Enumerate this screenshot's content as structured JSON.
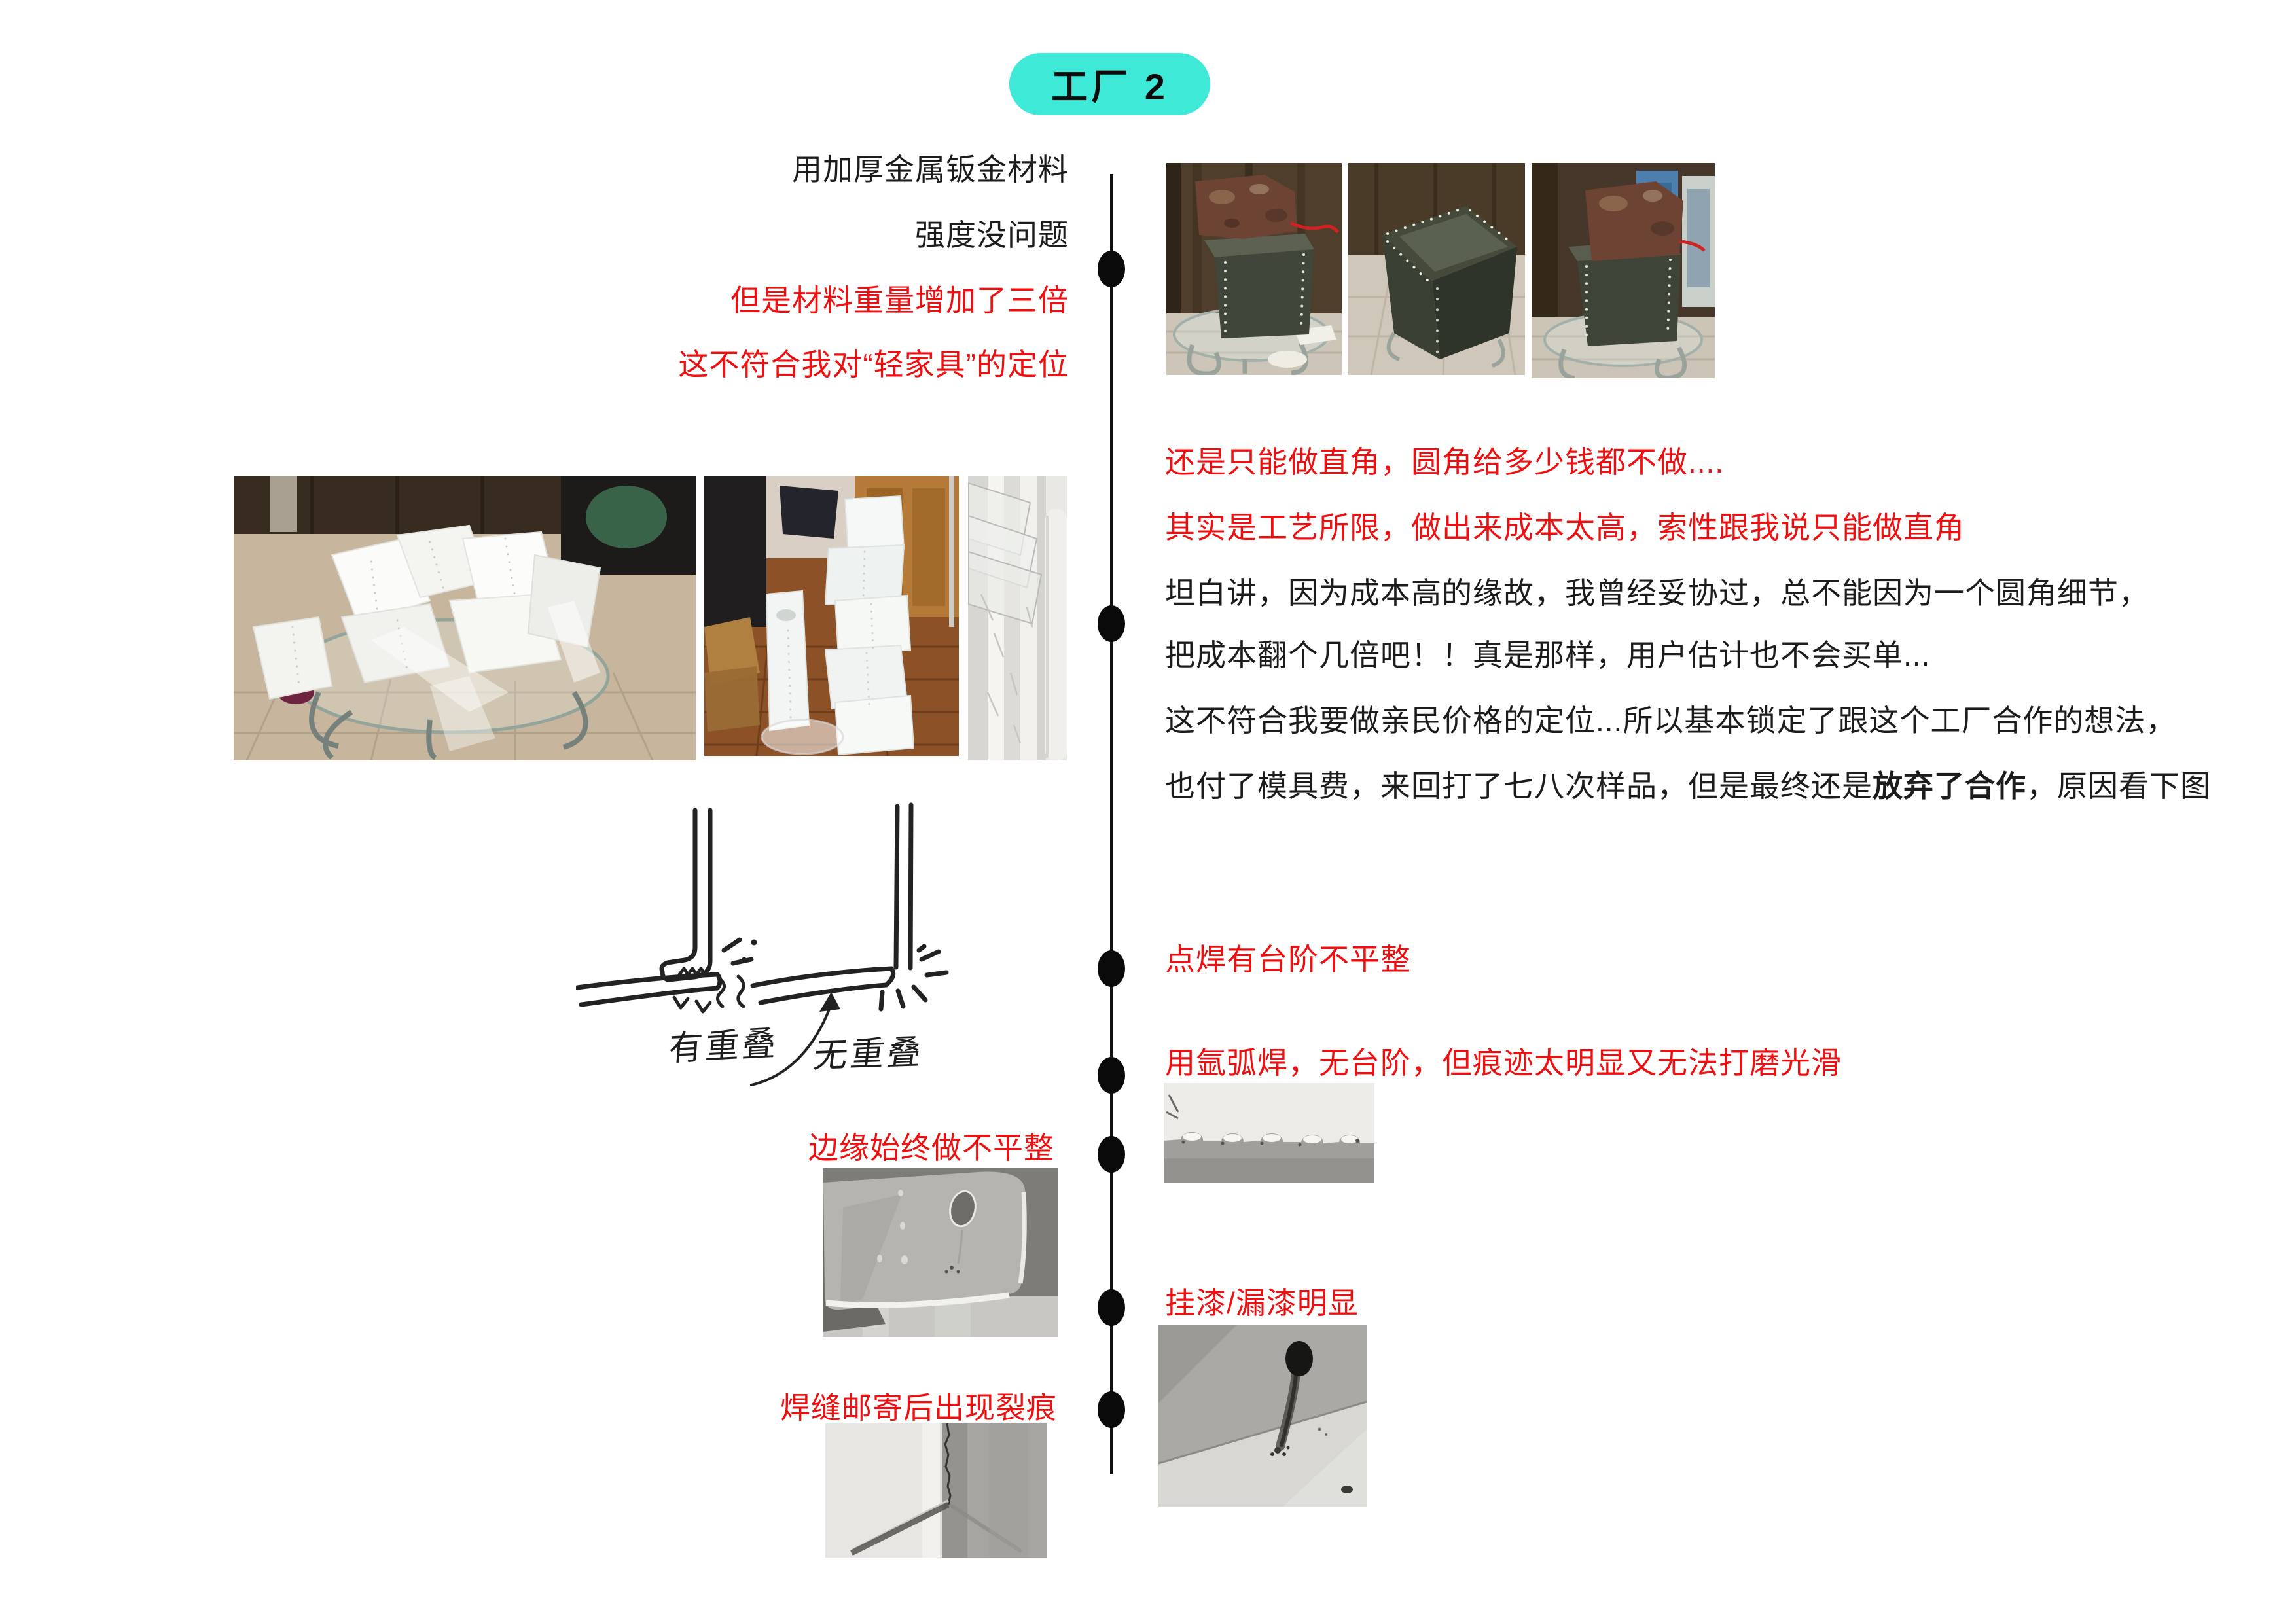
{
  "badge": {
    "label": "工厂 2"
  },
  "colors": {
    "accent": "#3EE9D8",
    "red": "#EE1010",
    "black": "#1C1C1C"
  },
  "left_intro": {
    "lines": [
      {
        "text": "用加厚金属钣金材料",
        "tone": "black"
      },
      {
        "text": "强度没问题",
        "tone": "black"
      },
      {
        "text": "但是材料重量增加了三倍",
        "tone": "red"
      },
      {
        "text": "这不符合我对“轻家具”的定位",
        "tone": "red"
      }
    ]
  },
  "right_paragraph": {
    "lines": [
      {
        "text": "还是只能做直角，圆角给多少钱都不做....",
        "tone": "red"
      },
      {
        "text": "其实是工艺所限，做出来成本太高，索性跟我说只能做直角",
        "tone": "red"
      },
      {
        "text": "坦白讲，因为成本高的缘故，我曾经妥协过，总不能因为一个圆角细节，",
        "tone": "black"
      },
      {
        "text": "把成本翻个几倍吧！！真是那样，用户估计也不会买单...",
        "tone": "black"
      },
      {
        "text": "这不符合我要做亲民价格的定位...所以基本锁定了跟这个工厂合作的想法，",
        "tone": "black"
      }
    ],
    "last_line": {
      "pre": "也付了模具费，来回打了七八次样品，但是最终还是",
      "bold": "放弃了合作",
      "post": "，原因看下图"
    }
  },
  "issues": {
    "spot_weld": "点焊有台阶不平整",
    "tig_weld": "用氩弧焊，无台阶，但痕迹太明显又无法打磨光滑",
    "edge": "边缘始终做不平整",
    "paint": "挂漆/漏漆明显",
    "crack": "焊缝邮寄后出现裂痕"
  },
  "sketch": {
    "left_label": "有重叠",
    "right_label": "无重叠"
  }
}
